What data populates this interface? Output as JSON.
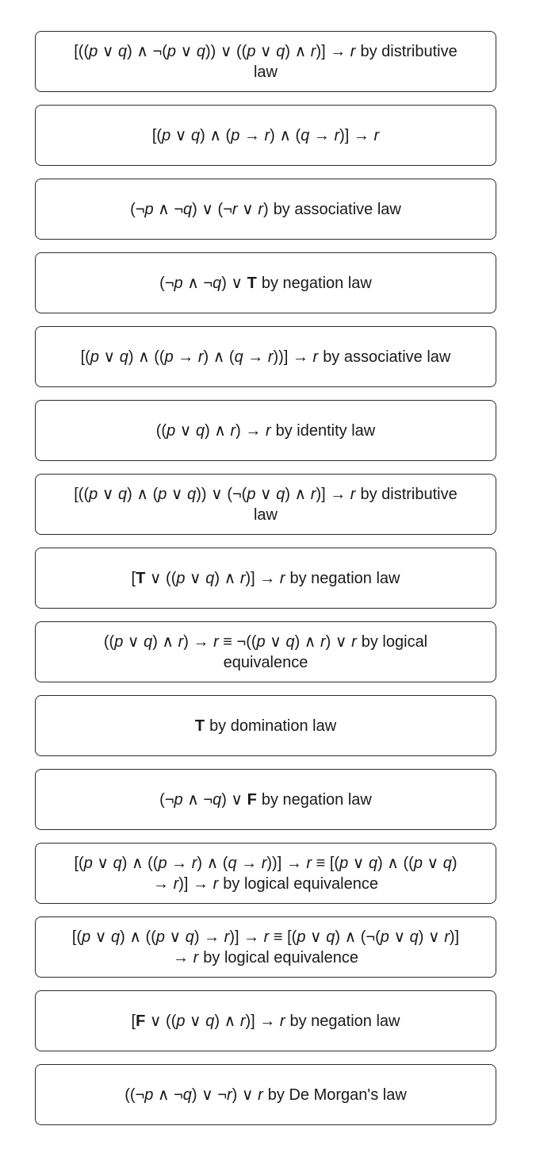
{
  "cards": [
    [
      [
        "[((",
        ""
      ],
      [
        "p",
        "v"
      ],
      [
        " ∨ ",
        ""
      ],
      [
        "q",
        "v"
      ],
      [
        ") ∧ ¬(",
        ""
      ],
      [
        "p",
        "v"
      ],
      [
        " ∨ ",
        ""
      ],
      [
        "q",
        "v"
      ],
      [
        ")) ∨ ((",
        ""
      ],
      [
        "p",
        "v"
      ],
      [
        " ∨ ",
        ""
      ],
      [
        "q",
        "v"
      ],
      [
        ") ∧ ",
        ""
      ],
      [
        "r",
        "v"
      ],
      [
        ")] → ",
        ""
      ],
      [
        "r",
        "v"
      ],
      [
        "by distributive law",
        "gap"
      ]
    ],
    [
      [
        "[(",
        ""
      ],
      [
        "p",
        "v"
      ],
      [
        " ∨ ",
        ""
      ],
      [
        "q",
        "v"
      ],
      [
        ") ∧ (",
        ""
      ],
      [
        "p",
        "v"
      ],
      [
        " → ",
        ""
      ],
      [
        "r",
        "v"
      ],
      [
        ") ∧ (",
        ""
      ],
      [
        "q",
        "v"
      ],
      [
        " → ",
        ""
      ],
      [
        "r",
        "v"
      ],
      [
        ")] → ",
        ""
      ],
      [
        "r",
        "v"
      ]
    ],
    [
      [
        "(¬",
        ""
      ],
      [
        "p",
        "v"
      ],
      [
        " ∧ ¬",
        ""
      ],
      [
        "q",
        "v"
      ],
      [
        ") ∨ (¬",
        ""
      ],
      [
        "r",
        "v"
      ],
      [
        " ∨ ",
        ""
      ],
      [
        "r",
        "v"
      ],
      [
        ")",
        ""
      ],
      [
        "by associative law",
        "gap"
      ]
    ],
    [
      [
        "(¬",
        ""
      ],
      [
        "p",
        "v"
      ],
      [
        " ∧ ¬",
        ""
      ],
      [
        "q",
        "v"
      ],
      [
        ") ∨ ",
        ""
      ],
      [
        "T",
        "b"
      ],
      [
        "by negation law",
        "gap"
      ]
    ],
    [
      [
        "[(",
        ""
      ],
      [
        "p",
        "v"
      ],
      [
        " ∨ ",
        ""
      ],
      [
        "q",
        "v"
      ],
      [
        ") ∧ ((",
        ""
      ],
      [
        "p",
        "v"
      ],
      [
        " → ",
        ""
      ],
      [
        "r",
        "v"
      ],
      [
        ") ∧ (",
        ""
      ],
      [
        "q",
        "v"
      ],
      [
        " → ",
        ""
      ],
      [
        "r",
        "v"
      ],
      [
        "))] → ",
        ""
      ],
      [
        "r",
        "v"
      ],
      [
        "by associative law",
        "gap"
      ]
    ],
    [
      [
        "((",
        ""
      ],
      [
        "p",
        "v"
      ],
      [
        " ∨ ",
        ""
      ],
      [
        "q",
        "v"
      ],
      [
        ") ∧ ",
        ""
      ],
      [
        "r",
        "v"
      ],
      [
        ") → ",
        ""
      ],
      [
        "r",
        "v"
      ],
      [
        "by identity law",
        "gap"
      ]
    ],
    [
      [
        "[((",
        ""
      ],
      [
        "p",
        "v"
      ],
      [
        " ∨ ",
        ""
      ],
      [
        "q",
        "v"
      ],
      [
        ") ∧ (",
        ""
      ],
      [
        "p",
        "v"
      ],
      [
        " ∨ ",
        ""
      ],
      [
        "q",
        "v"
      ],
      [
        ")) ∨ (¬(",
        ""
      ],
      [
        "p",
        "v"
      ],
      [
        " ∨ ",
        ""
      ],
      [
        "q",
        "v"
      ],
      [
        ") ∧ ",
        ""
      ],
      [
        "r",
        "v"
      ],
      [
        ")] → ",
        ""
      ],
      [
        "r",
        "v"
      ],
      [
        "by distributive law",
        "gap"
      ]
    ],
    [
      [
        "[",
        ""
      ],
      [
        "T",
        "b"
      ],
      [
        " ∨ ((",
        ""
      ],
      [
        "p",
        "v"
      ],
      [
        " ∨ ",
        ""
      ],
      [
        "q",
        "v"
      ],
      [
        ") ∧ ",
        ""
      ],
      [
        "r",
        "v"
      ],
      [
        ")] → ",
        ""
      ],
      [
        "r",
        "v"
      ],
      [
        "by negation law",
        "gap"
      ]
    ],
    [
      [
        "((",
        ""
      ],
      [
        "p",
        "v"
      ],
      [
        " ∨ ",
        ""
      ],
      [
        "q",
        "v"
      ],
      [
        ") ∧ ",
        ""
      ],
      [
        "r",
        "v"
      ],
      [
        ") → ",
        ""
      ],
      [
        "r",
        "v"
      ],
      [
        " ≡ ¬((",
        ""
      ],
      [
        "p",
        "v"
      ],
      [
        " ∨ ",
        ""
      ],
      [
        "q",
        "v"
      ],
      [
        ") ∧ ",
        ""
      ],
      [
        "r",
        "v"
      ],
      [
        ") ∨ ",
        ""
      ],
      [
        "r",
        "v"
      ],
      [
        "by logical equivalence",
        "gap"
      ]
    ],
    [
      [
        "T",
        "b"
      ],
      [
        "by domination law",
        "gap"
      ]
    ],
    [
      [
        "(¬",
        ""
      ],
      [
        "p",
        "v"
      ],
      [
        " ∧ ¬",
        ""
      ],
      [
        "q",
        "v"
      ],
      [
        ") ∨ ",
        ""
      ],
      [
        "F",
        "b"
      ],
      [
        "by negation law",
        "gap"
      ]
    ],
    [
      [
        "[(",
        ""
      ],
      [
        "p",
        "v"
      ],
      [
        " ∨ ",
        ""
      ],
      [
        "q",
        "v"
      ],
      [
        ") ∧ ((",
        ""
      ],
      [
        "p",
        "v"
      ],
      [
        " → ",
        ""
      ],
      [
        "r",
        "v"
      ],
      [
        ") ∧ (",
        ""
      ],
      [
        "q",
        "v"
      ],
      [
        " → ",
        ""
      ],
      [
        "r",
        "v"
      ],
      [
        "))] → ",
        ""
      ],
      [
        "r",
        "v"
      ],
      [
        " ≡ [(",
        ""
      ],
      [
        "p",
        "v"
      ],
      [
        " ∨ ",
        ""
      ],
      [
        "q",
        "v"
      ],
      [
        ") ∧ ((",
        ""
      ],
      [
        "p",
        "v"
      ],
      [
        " ∨ ",
        ""
      ],
      [
        "q",
        "v"
      ],
      [
        ") → ",
        ""
      ],
      [
        "r",
        "v"
      ],
      [
        ")] → ",
        ""
      ],
      [
        "r",
        "v"
      ],
      [
        "by logical equivalence",
        "gap"
      ]
    ],
    [
      [
        "[(",
        ""
      ],
      [
        "p",
        "v"
      ],
      [
        " ∨ ",
        ""
      ],
      [
        "q",
        "v"
      ],
      [
        ") ∧ ((",
        ""
      ],
      [
        "p",
        "v"
      ],
      [
        " ∨ ",
        ""
      ],
      [
        "q",
        "v"
      ],
      [
        ") → ",
        ""
      ],
      [
        "r",
        "v"
      ],
      [
        ")] → ",
        ""
      ],
      [
        "r",
        "v"
      ],
      [
        " ≡ [(",
        ""
      ],
      [
        "p",
        "v"
      ],
      [
        " ∨ ",
        ""
      ],
      [
        "q",
        "v"
      ],
      [
        ") ∧ (¬(",
        ""
      ],
      [
        "p",
        "v"
      ],
      [
        " ∨ ",
        ""
      ],
      [
        "q",
        "v"
      ],
      [
        ") ∨ ",
        ""
      ],
      [
        "r",
        "v"
      ],
      [
        ")] → ",
        ""
      ],
      [
        "r",
        "v"
      ],
      [
        "by logical equivalence",
        "gap"
      ]
    ],
    [
      [
        "[",
        ""
      ],
      [
        "F",
        "b"
      ],
      [
        " ∨ ((",
        ""
      ],
      [
        "p",
        "v"
      ],
      [
        " ∨ ",
        ""
      ],
      [
        "q",
        "v"
      ],
      [
        ") ∧ ",
        ""
      ],
      [
        "r",
        "v"
      ],
      [
        ")] → ",
        ""
      ],
      [
        "r",
        "v"
      ],
      [
        "by negation law",
        "gap"
      ]
    ],
    [
      [
        "((¬",
        ""
      ],
      [
        "p",
        "v"
      ],
      [
        " ∧ ¬",
        ""
      ],
      [
        "q",
        "v"
      ],
      [
        ") ∨ ¬",
        ""
      ],
      [
        "r",
        "v"
      ],
      [
        ") ∨ ",
        ""
      ],
      [
        "r",
        "v"
      ],
      [
        "by De Morgan's law",
        "gap"
      ]
    ]
  ]
}
